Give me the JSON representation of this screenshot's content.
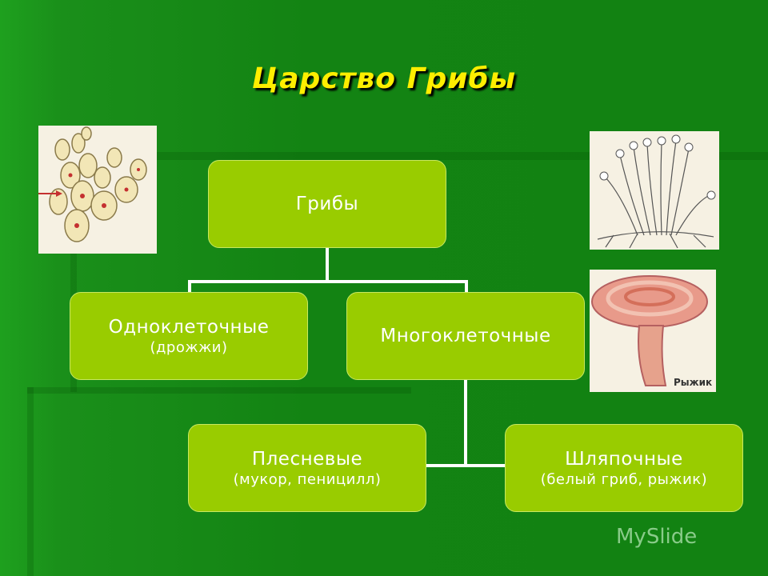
{
  "title": "Царство Грибы",
  "nodes": {
    "root": {
      "label": "Грибы"
    },
    "unicellular": {
      "label": "Одноклеточные",
      "sub": "(дрожжи)"
    },
    "multicellular": {
      "label": "Многоклеточные"
    },
    "mold": {
      "label": "Плесневые",
      "sub": "(мукор, пеницилл)"
    },
    "cap": {
      "label": "Шляпочные",
      "sub": "(белый гриб, рыжик)"
    }
  },
  "edges": [
    [
      "root",
      "unicellular"
    ],
    [
      "root",
      "multicellular"
    ],
    [
      "multicellular",
      "mold"
    ],
    [
      "multicellular",
      "cap"
    ]
  ],
  "images": {
    "yeast": {
      "icon": "yeast-cells-illustration"
    },
    "mucor": {
      "icon": "mucor-mold-illustration"
    },
    "mushroom": {
      "icon": "saffron-milk-cap-illustration",
      "caption": "Рыжик"
    }
  },
  "watermark": "MySlide",
  "colors": {
    "node_fill": "#99cc00",
    "title": "#ffee00",
    "background": "#138313"
  }
}
